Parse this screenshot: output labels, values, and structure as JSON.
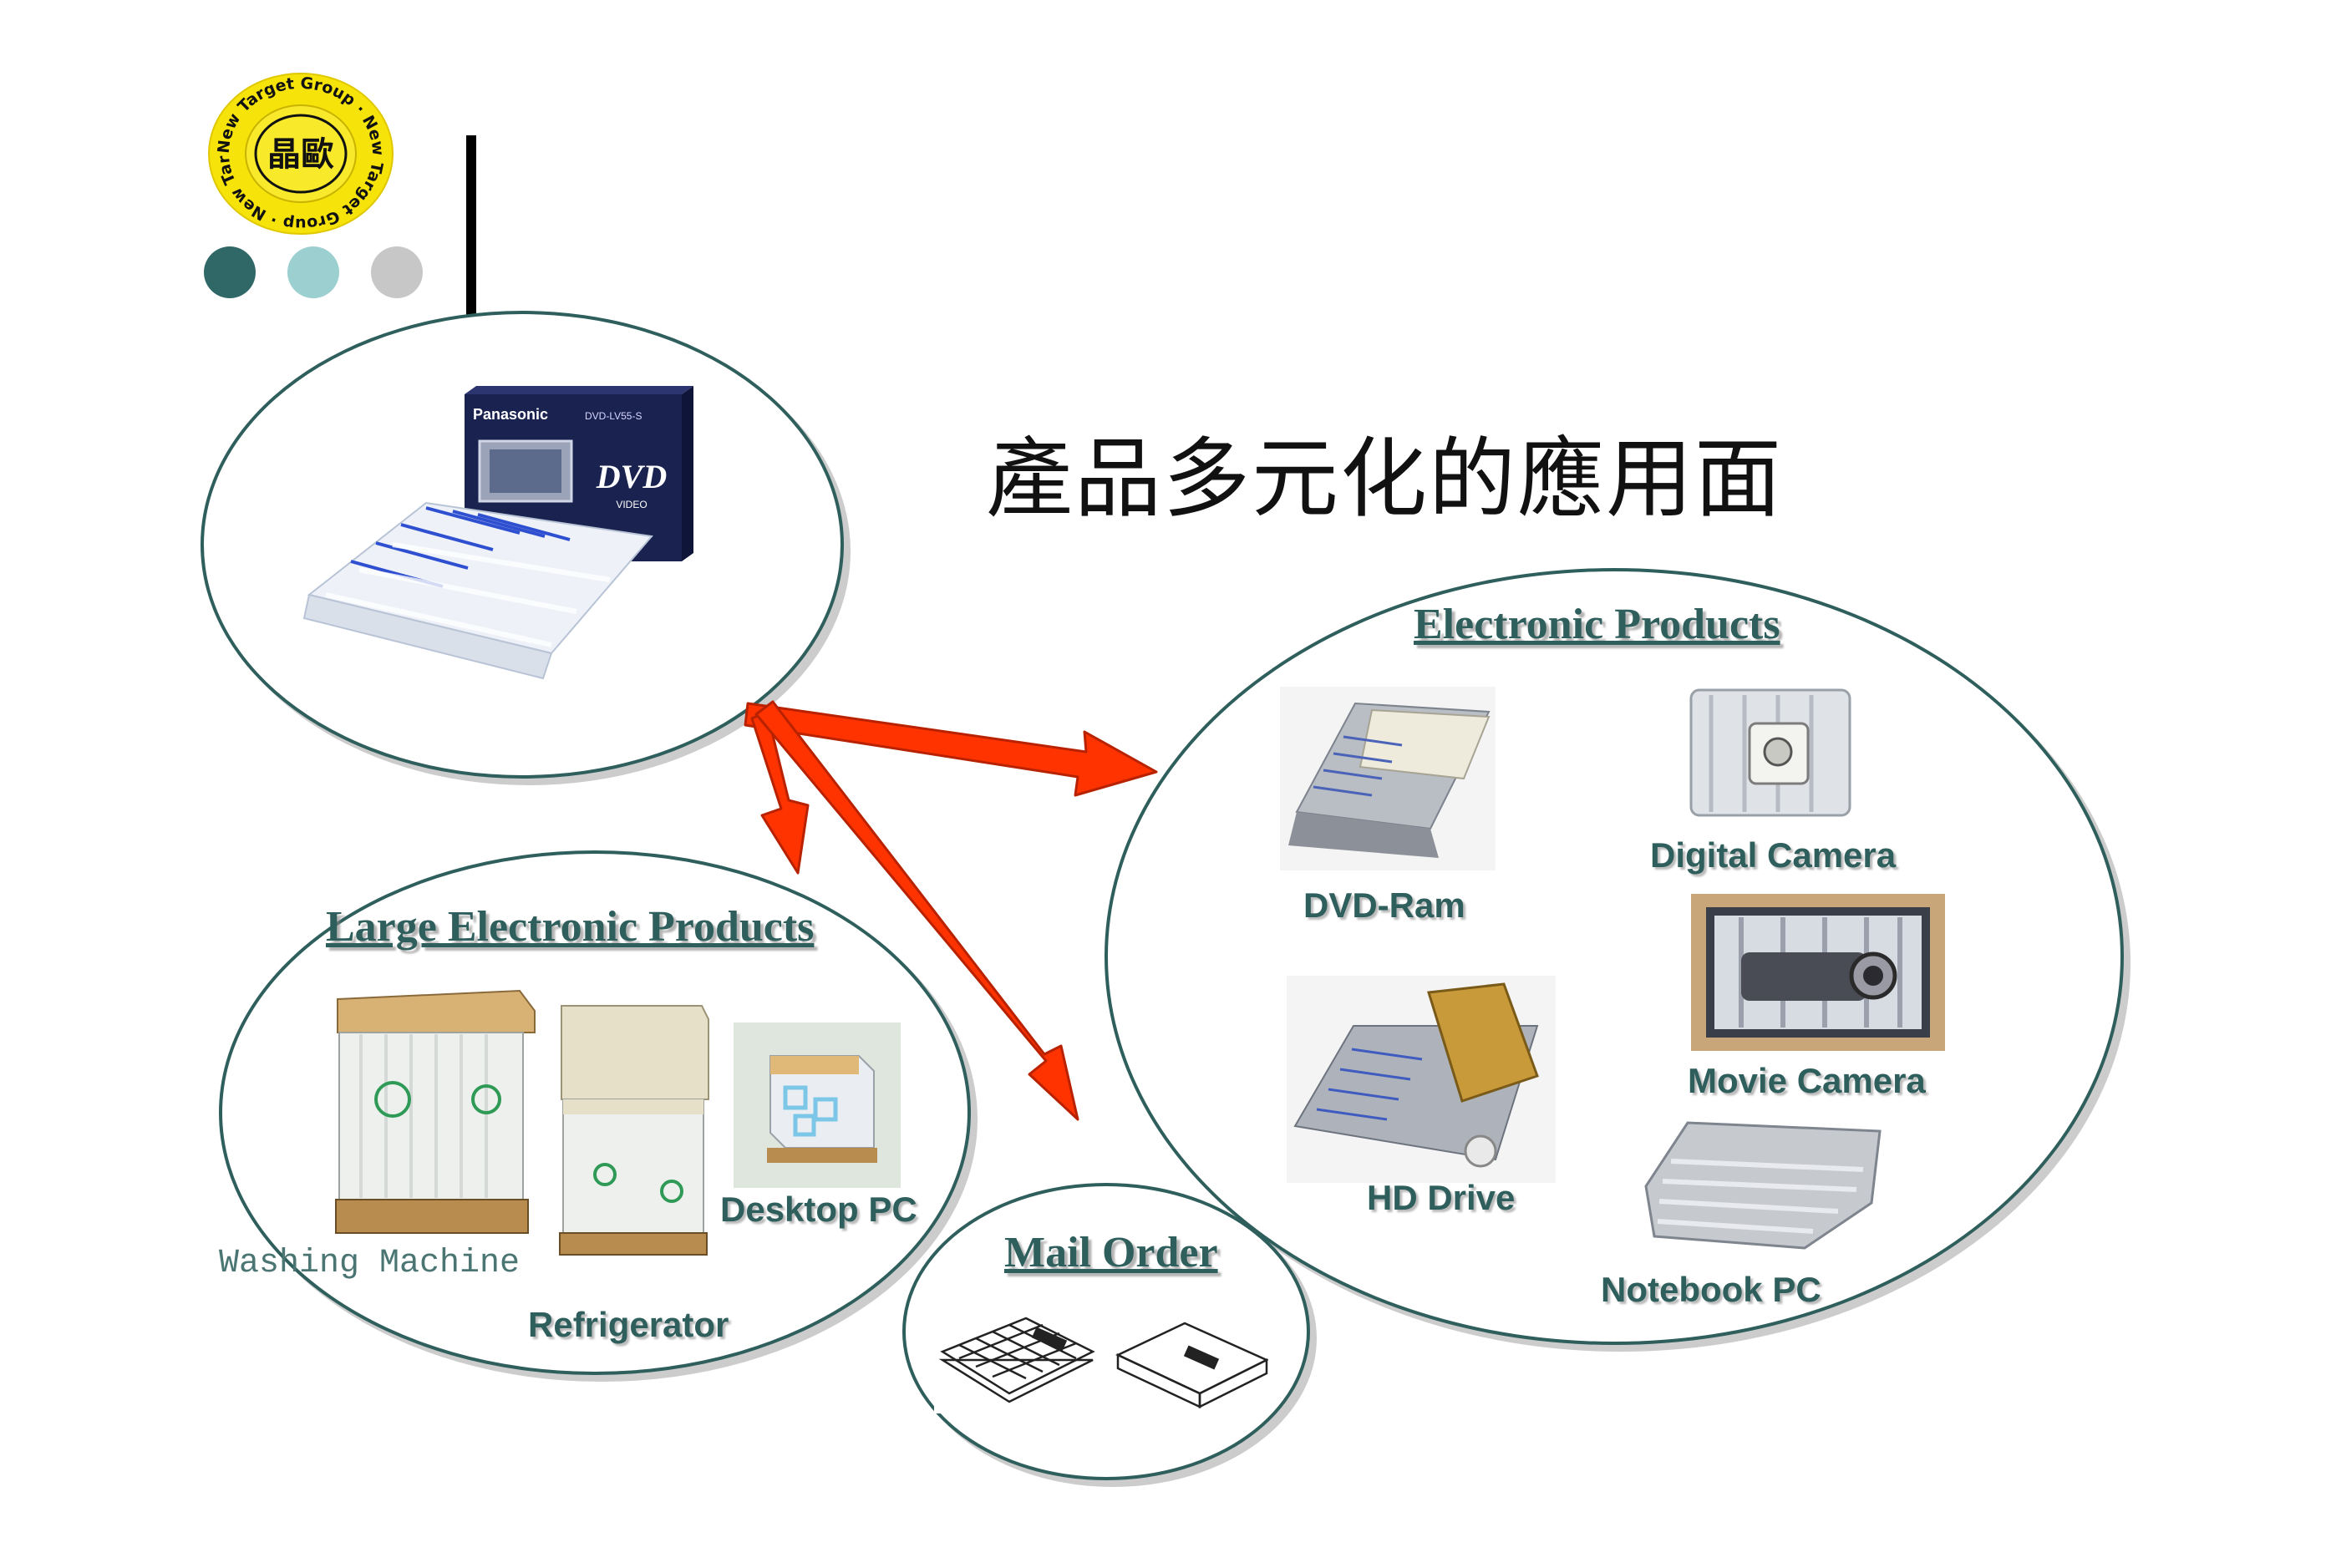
{
  "logo": {
    "ring_text": "New Target Group · New Target Group · New Target Group ·",
    "center_text": "晶歐"
  },
  "dots": [
    {
      "name": "dark-teal",
      "color": "#2f6866"
    },
    {
      "name": "light-teal",
      "color": "#9ccfd0"
    },
    {
      "name": "gray",
      "color": "#c7c7c7"
    }
  ],
  "title": "產品多元化的應用面",
  "groups": {
    "electronic": {
      "heading": "Electronic Products",
      "items": {
        "dvd_ram": "DVD-Ram",
        "digital_camera": "Digital Camera",
        "movie_camera": "Movie Camera",
        "hd_drive": "HD Drive",
        "notebook_pc": "Notebook PC"
      }
    },
    "large": {
      "heading": "Large Electronic Products",
      "items": {
        "washing_machine": "Washing Machine",
        "refrigerator": "Refrigerator",
        "desktop_pc": "Desktop PC"
      }
    },
    "mail": {
      "heading": "Mail Order"
    }
  },
  "product_box": {
    "brand": "Panasonic",
    "model": "DVD-LV55-S",
    "badge": "DVD",
    "badge_sub": "VIDEO"
  },
  "colors": {
    "accent": "#2f5f5c",
    "arrow": "#ff3300"
  }
}
